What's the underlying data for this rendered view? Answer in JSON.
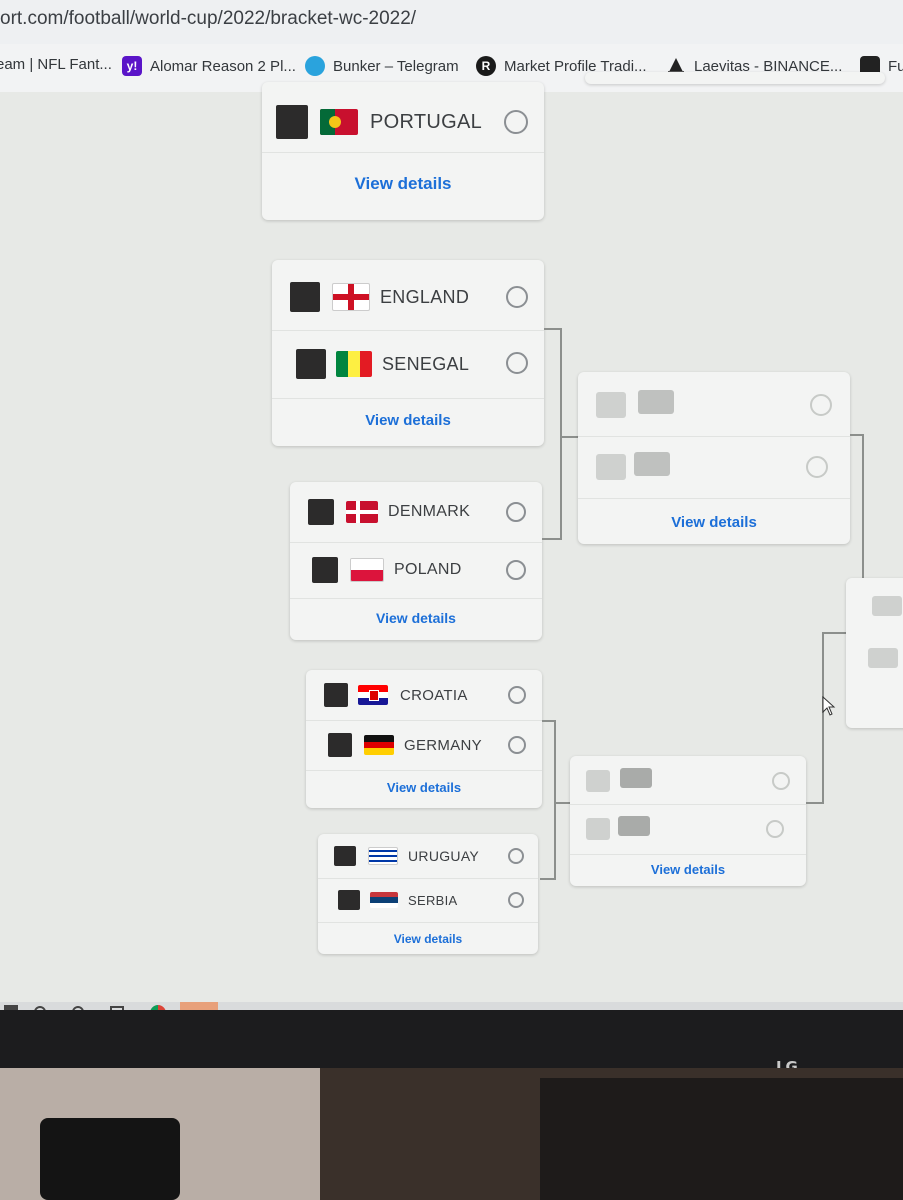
{
  "browser": {
    "url": "ort.com/football/world-cup/2022/bracket-wc-2022/",
    "bookmarks": [
      {
        "label": "eam | NFL Fant...",
        "icon": "nfl-icon"
      },
      {
        "label": "Alomar Reason 2 Pl...",
        "icon": "yahoo-icon"
      },
      {
        "label": "Bunker – Telegram",
        "icon": "telegram-icon"
      },
      {
        "label": "Market Profile Tradi...",
        "icon": "r-logo-icon"
      },
      {
        "label": "Laevitas - BINANCE...",
        "icon": "laevitas-icon"
      },
      {
        "label": "Fu",
        "icon": "bookmark-icon"
      }
    ]
  },
  "bracket": {
    "view_details": "View details",
    "teams": {
      "portugal": "PORTUGAL",
      "england": "ENGLAND",
      "senegal": "SENEGAL",
      "denmark": "DENMARK",
      "poland": "POLAND",
      "croatia": "CROATIA",
      "germany": "GERMANY",
      "uruguay": "URUGUAY",
      "serbia": "SERBIA"
    }
  },
  "monitor": {
    "brand": "LG"
  }
}
